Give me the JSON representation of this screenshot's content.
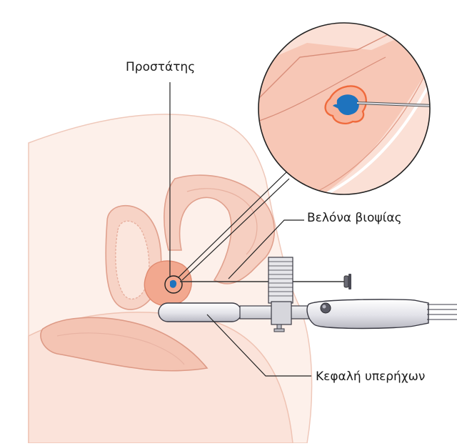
{
  "labels": {
    "prostate": "Προστάτης",
    "biopsy_needle": "Βελόνα βιοψίας",
    "ultrasound_probe": "Κεφαλή υπερήχων"
  },
  "colors": {
    "tissue_light": "#fbe3da",
    "tissue_mid": "#f5cbbd",
    "tissue_dark": "#e7a592",
    "outline": "#d98f7c",
    "prostate": "#f2a88f",
    "tumor_outline": "#ef6a3c",
    "tumor_blue": "#1e73be",
    "probe_body": "#e8e8ec",
    "probe_outline": "#3a3a44",
    "leader_line": "#222222"
  }
}
